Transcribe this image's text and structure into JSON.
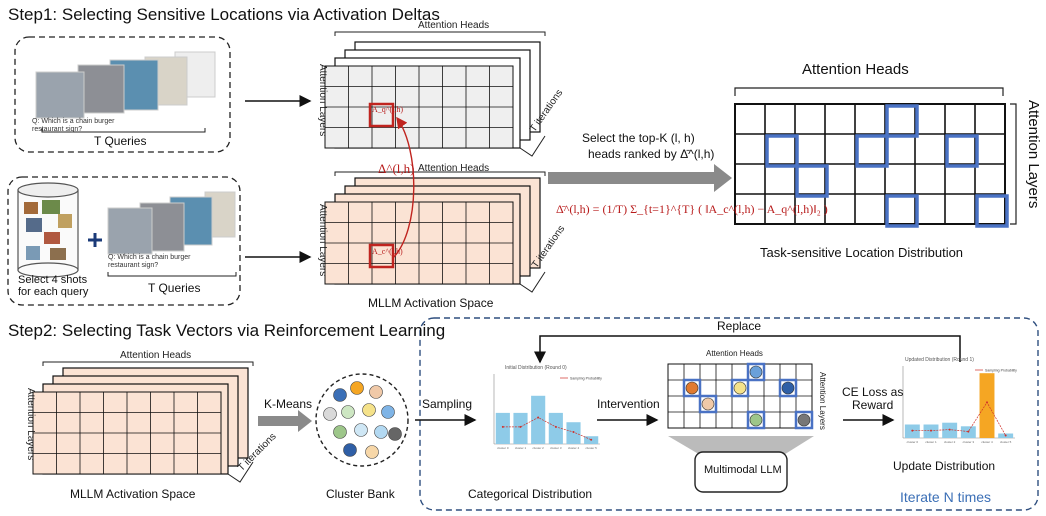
{
  "step1": {
    "title": "Step1: Selecting Sensitive Locations via Activation Deltas",
    "t_queries_top": "T Queries",
    "t_queries_bottom": "T Queries",
    "select_shots": "Select 4 shots\nfor each query",
    "query_text": "Q: Which is a chain burger restaurant sign?",
    "chain_caption": "a chain burger restaurant sign?",
    "grid_top": {
      "heads_label": "Attention Heads",
      "layers_label": "Attention Layers",
      "iterations_label": "T iterations",
      "cell_label": "A_q^(l,h)"
    },
    "grid_bottom": {
      "heads_label": "Attention Heads",
      "layers_label": "Attention Layers",
      "iterations_label": "T iterations",
      "cell_label": "A_c^(l,h)",
      "caption": "MLLM Activation Space"
    },
    "delta_label": "Δ^(l,h)",
    "select_text_line1": "Select the top-K (l, h)",
    "select_text_line2": "heads ranked by Δ̄^(l,h)",
    "formula": "Δ̄^(l,h) = (1/T) Σ_{t=1}^{T} ( ‖A_c^(l,h) − A_q^(l,h)‖₂ )",
    "result": {
      "heads_label": "Attention Heads",
      "layers_label": "Attention Layers",
      "caption": "Task-sensitive Location Distribution"
    }
  },
  "step2": {
    "title": "Step2: Selecting Task Vectors via Reinforcement Learning",
    "grid": {
      "heads_label": "Attention Heads",
      "layers_label": "Attention Layers",
      "iterations_label": "T iterations",
      "caption": "MLLM Activation Space"
    },
    "kmeans_label": "K-Means",
    "cluster_caption": "Cluster Bank",
    "sampling_label": "Sampling",
    "categorical_caption": "Categorical Distribution",
    "intervention_label": "Intervention",
    "small_grid": {
      "heads_label": "Attention Heads",
      "layers_label": "Attention Layers"
    },
    "llm_label": "Multimodal LLM",
    "ce_loss_label": "CE Loss as\nReward",
    "update_caption": "Update Distribution",
    "replace_label": "Replace",
    "iterate_label": "Iterate N times",
    "initial_chart_title": "Initial Distribution (Round 0)",
    "updated_chart_title": "Updated Distribution (Round 1)",
    "legend_label": "Sampling Probability"
  },
  "chart_data": [
    {
      "type": "bar",
      "title": "Initial Distribution (Round 0)",
      "categories": [
        "cluster 0",
        "cluster 1",
        "cluster 2",
        "cluster 3",
        "cluster 4",
        "cluster 5"
      ],
      "series": [
        {
          "name": "Sampling Probability",
          "values": [
            0.2,
            0.2,
            0.31,
            0.2,
            0.14,
            0.05
          ]
        }
      ],
      "ylim": [
        0,
        0.45
      ]
    },
    {
      "type": "bar",
      "title": "Updated Distribution (Round 1)",
      "categories": [
        "cluster 0",
        "cluster 1",
        "cluster 2",
        "cluster 3",
        "cluster 4",
        "cluster 5"
      ],
      "series": [
        {
          "name": "Sampling Probability",
          "values": [
            0.15,
            0.15,
            0.17,
            0.13,
            0.72,
            0.05
          ]
        }
      ],
      "ylim": [
        0,
        0.8
      ]
    }
  ],
  "colors": {
    "blue_highlight": "#4a72c4",
    "red_highlight": "#c0241f",
    "peach_cell": "#fbe3d4",
    "gray_cell": "#efefef",
    "bar_blue": "#8ecbe8",
    "bar_orange": "#f5a623",
    "dashed_blue": "#2f4f7f"
  }
}
